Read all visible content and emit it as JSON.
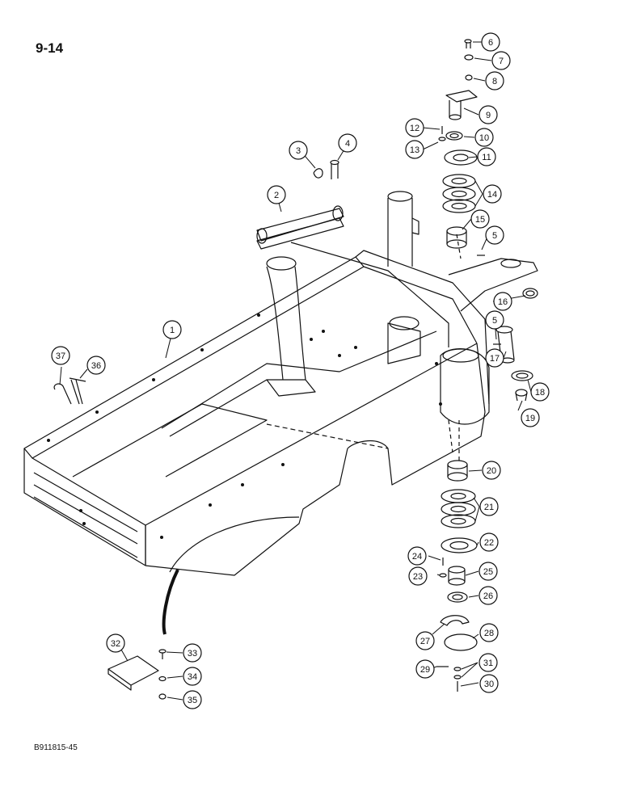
{
  "page": {
    "number": "9-14",
    "drawing_code": "B911815-45"
  },
  "callouts": [
    {
      "label": "1",
      "name": "main-frame"
    },
    {
      "label": "2",
      "name": "link-bar"
    },
    {
      "label": "3",
      "name": "retaining-clip"
    },
    {
      "label": "4",
      "name": "pin"
    },
    {
      "label": "5",
      "name": "grease-fitting"
    },
    {
      "label": "6",
      "name": "bolt"
    },
    {
      "label": "7",
      "name": "washer"
    },
    {
      "label": "8",
      "name": "nut"
    },
    {
      "label": "9",
      "name": "pivot-pin"
    },
    {
      "label": "10",
      "name": "seal"
    },
    {
      "label": "11",
      "name": "retainer-plate"
    },
    {
      "label": "12",
      "name": "bolt"
    },
    {
      "label": "13",
      "name": "washer"
    },
    {
      "label": "14",
      "name": "shims"
    },
    {
      "label": "15",
      "name": "bearing"
    },
    {
      "label": "16",
      "name": "seal"
    },
    {
      "label": "17",
      "name": "pin"
    },
    {
      "label": "18",
      "name": "seal"
    },
    {
      "label": "19",
      "name": "bushing"
    },
    {
      "label": "20",
      "name": "bearing"
    },
    {
      "label": "21",
      "name": "shims"
    },
    {
      "label": "22",
      "name": "retainer"
    },
    {
      "label": "23",
      "name": "washer"
    },
    {
      "label": "24",
      "name": "bolt"
    },
    {
      "label": "25",
      "name": "bushing"
    },
    {
      "label": "26",
      "name": "seal"
    },
    {
      "label": "27",
      "name": "lock-plate"
    },
    {
      "label": "28",
      "name": "cap-plate"
    },
    {
      "label": "29",
      "name": "bolt"
    },
    {
      "label": "30",
      "name": "bolt"
    },
    {
      "label": "31",
      "name": "washers"
    },
    {
      "label": "32",
      "name": "cover-plate"
    },
    {
      "label": "33",
      "name": "bolt"
    },
    {
      "label": "34",
      "name": "washer"
    },
    {
      "label": "35",
      "name": "nut"
    },
    {
      "label": "36",
      "name": "pin"
    },
    {
      "label": "37",
      "name": "clip"
    }
  ]
}
